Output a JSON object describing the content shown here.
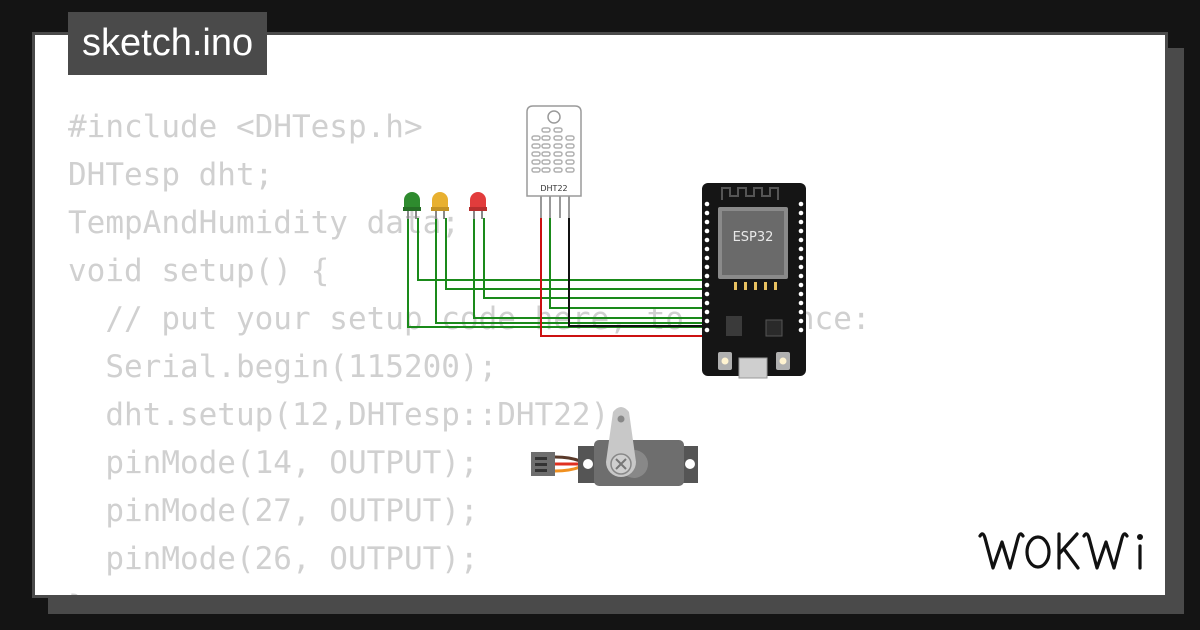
{
  "project": {
    "filename": "sketch.ino"
  },
  "code_lines": [
    "#include <DHTesp.h>",
    "DHTesp dht;",
    "TempAndHumidity data;",
    "void setup() {",
    "  // put your setup code here, to run once:",
    "  Serial.begin(115200);",
    "  dht.setup(12,DHTesp::DHT22);",
    "  pinMode(14, OUTPUT);",
    "  pinMode(27, OUTPUT);",
    "  pinMode(26, OUTPUT);",
    "}"
  ],
  "parts": {
    "sensor_label": "DHT22",
    "board_label": "ESP32",
    "leds": [
      "green",
      "yellow",
      "red"
    ]
  },
  "brand": {
    "logo": "WOKWi"
  },
  "colors": {
    "background": "#141414",
    "frame": "#4a4a4a",
    "code_text": "#d0d0d0",
    "wire_green": "#1a8a1a",
    "wire_red": "#cc1111",
    "wire_black": "#111111",
    "led_green": "#2e8b2e",
    "led_yellow": "#e8b030",
    "led_red": "#e23c3c"
  }
}
